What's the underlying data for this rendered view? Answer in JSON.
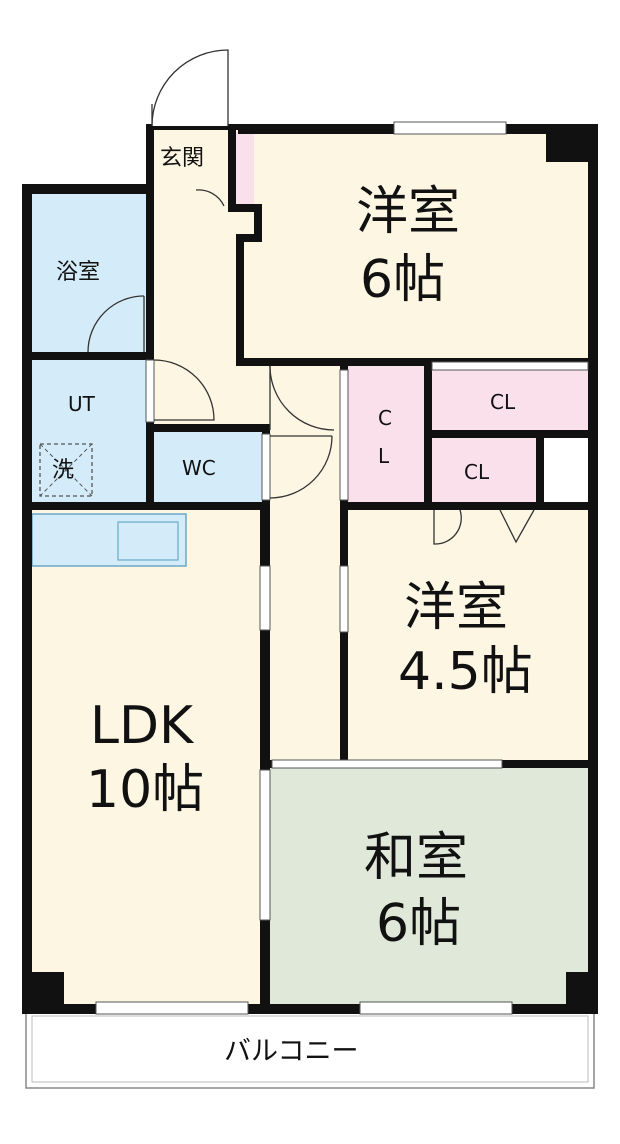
{
  "colors": {
    "wall": "#111111",
    "western_room": "#fdf6e3",
    "japanese_room": "#e0e8da",
    "wet_area": "#d4ecf9",
    "closet": "#f9e0ea",
    "balcony": "#ffffff"
  },
  "rooms": {
    "genkan": "玄関",
    "bath": "浴室",
    "ut": "UT",
    "washer": "洗",
    "wc": "WC",
    "west_room_1_name": "洋室",
    "west_room_1_size": "6帖",
    "closet_1_line1": "C",
    "closet_1_line2": "L",
    "closet_2": "CL",
    "closet_3": "CL",
    "west_room_2_name": "洋室",
    "west_room_2_size": "4.5帖",
    "ldk_name": "LDK",
    "ldk_size": "10帖",
    "japanese_room_name": "和室",
    "japanese_room_size": "6帖",
    "balcony": "バルコニー"
  }
}
